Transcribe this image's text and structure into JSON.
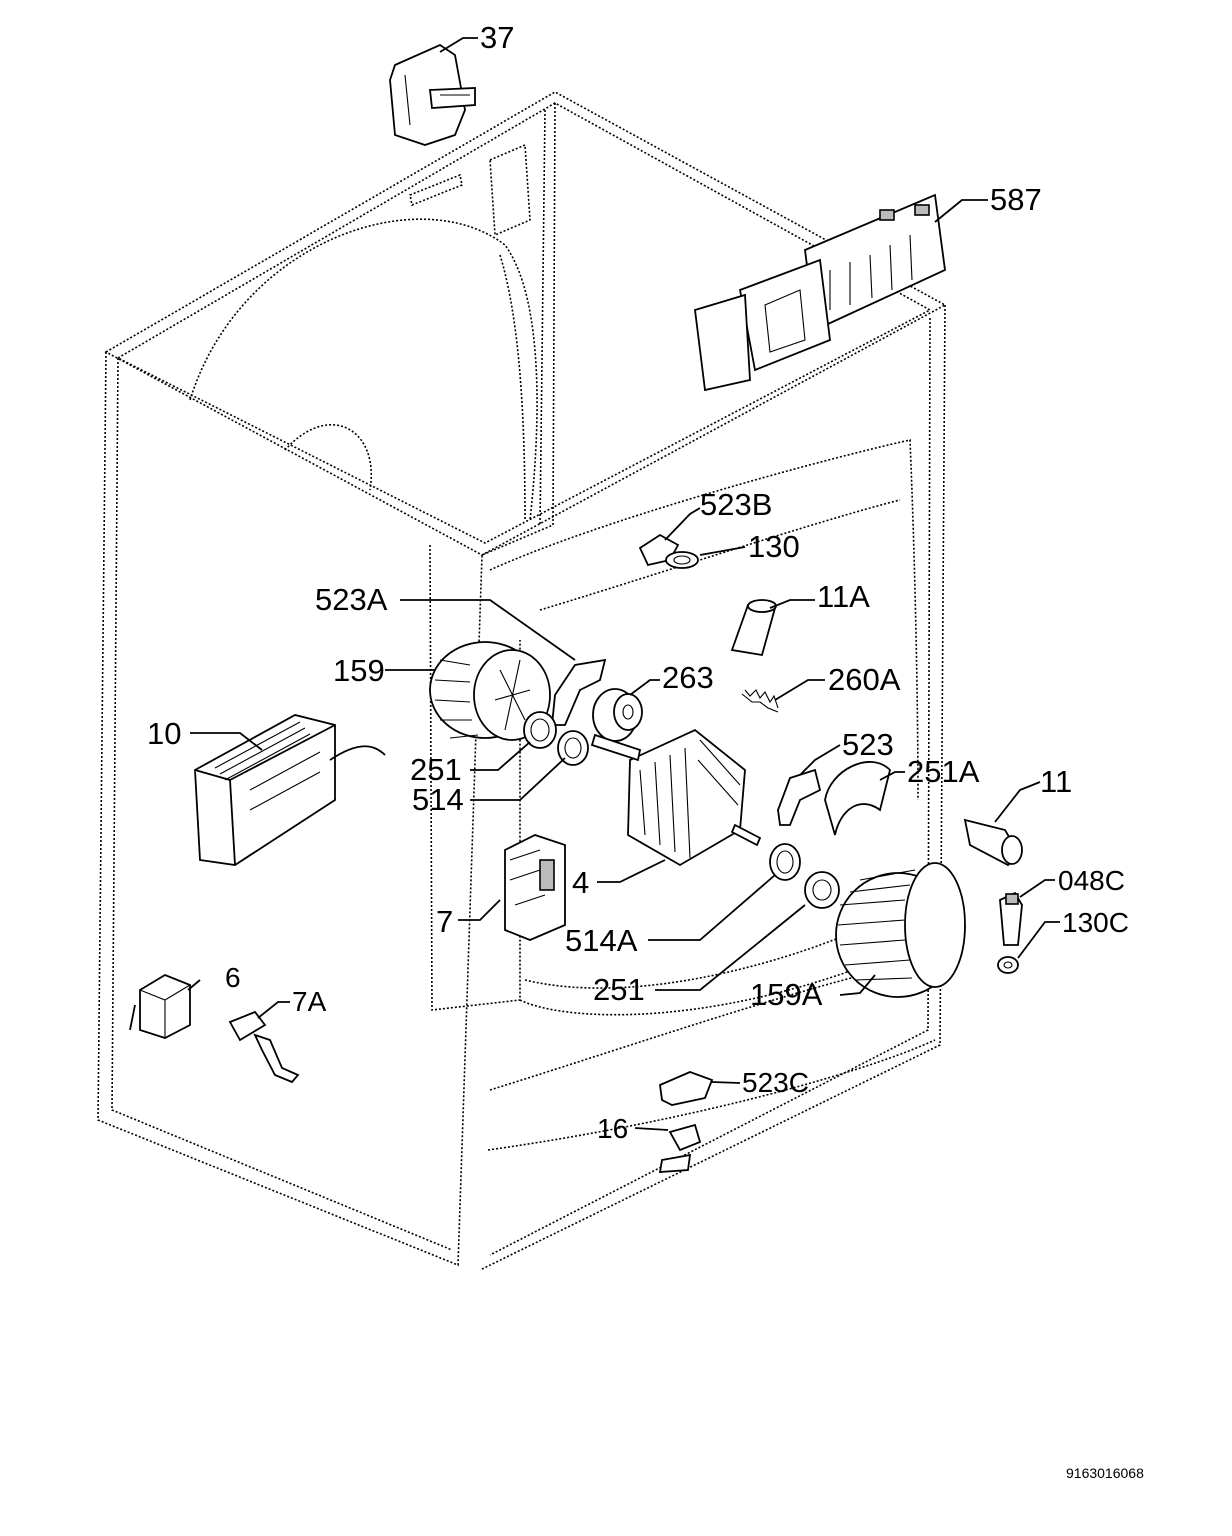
{
  "diagram": {
    "labels": {
      "p37": "37",
      "p587": "587",
      "p523B": "523B",
      "p130": "130",
      "p523A": "523A",
      "p11A": "11A",
      "p159": "159",
      "p263": "263",
      "p260A": "260A",
      "p10": "10",
      "p251_top": "251",
      "p523": "523",
      "p514": "514",
      "p251A": "251A",
      "p11": "11",
      "p4": "4",
      "p048C": "048C",
      "p7": "7",
      "p130C": "130C",
      "p514A": "514A",
      "p6": "6",
      "p251_bottom": "251",
      "p159A": "159A",
      "p7A": "7A",
      "p523C": "523C",
      "p16": "16"
    },
    "document_number": "9163016068"
  }
}
